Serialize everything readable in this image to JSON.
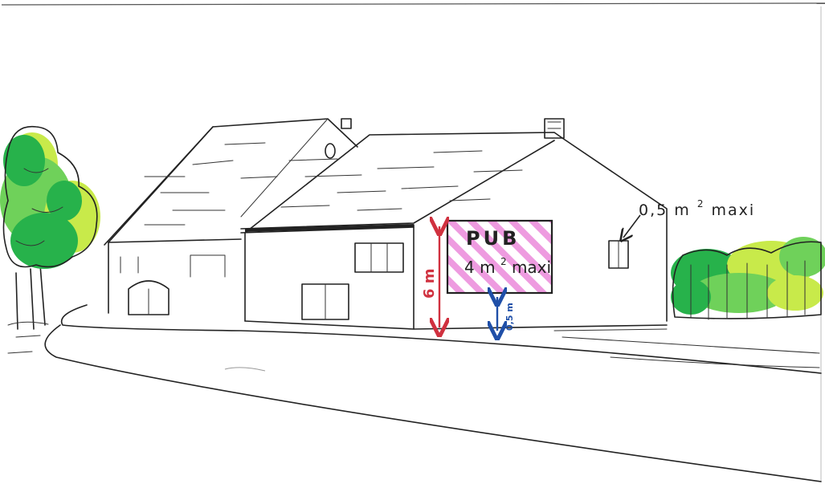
{
  "billboard": {
    "title": "PUB",
    "size_value": "4",
    "size_unit": "m",
    "size_exponent": "2",
    "size_qualifier": "maxi"
  },
  "window_sign": {
    "size_value": "0,5",
    "size_unit": "m",
    "size_exponent": "2",
    "size_qualifier": "maxi"
  },
  "dimensions": {
    "height_label": "6 m",
    "ground_clearance_label": "0,5 m"
  },
  "colors": {
    "ink": "#222222",
    "height_arrow": "#d0313f",
    "clearance_arrow": "#1f4fa8",
    "billboard_stripes": "#ee9be0",
    "tree_dark": "#27b24b",
    "tree_light": "#c8ea4a"
  }
}
